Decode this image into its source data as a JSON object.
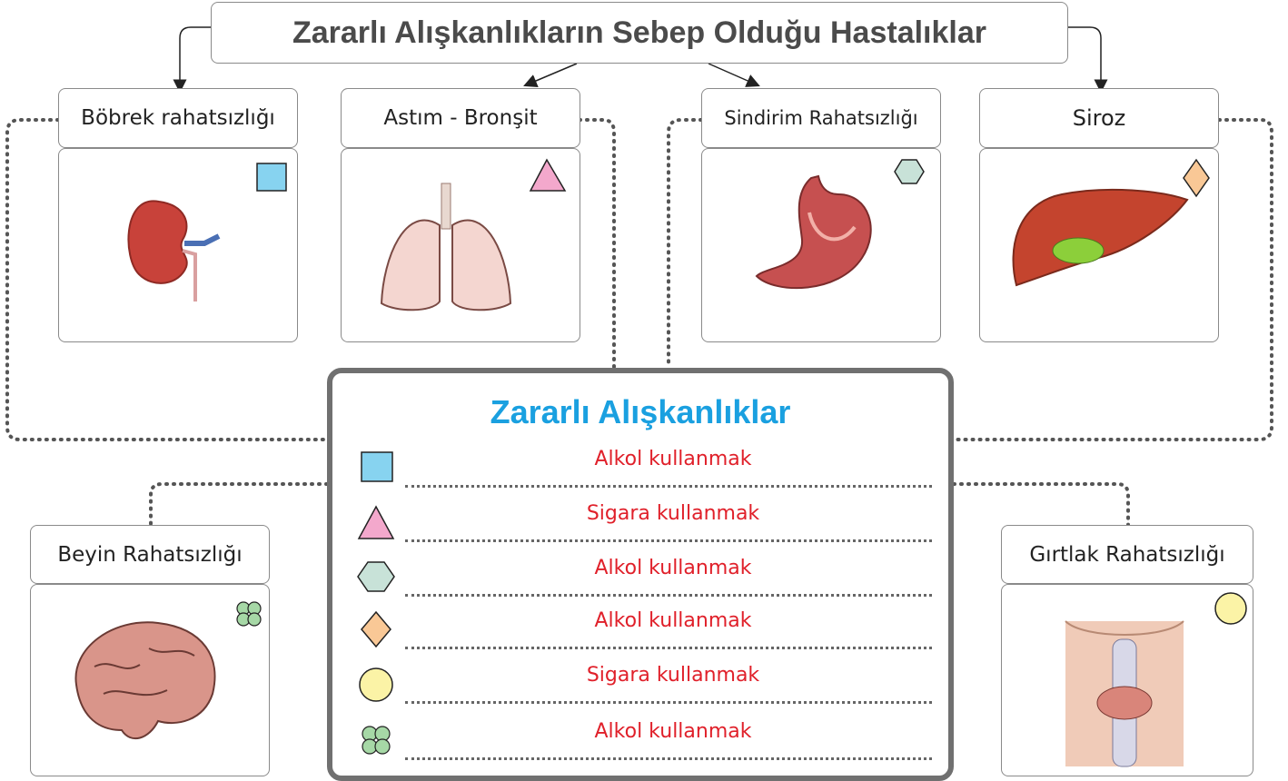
{
  "title": "Zararlı Alışkanlıkların Sebep Olduğu Hastalıklar",
  "center": {
    "heading": "Zararlı Alışkanlıklar",
    "rows": [
      {
        "symbol": "square-icon",
        "answer": "Alkol kullanmak"
      },
      {
        "symbol": "triangle-icon",
        "answer": "Sigara kullanmak"
      },
      {
        "symbol": "hexagon-icon",
        "answer": "Alkol kullanmak"
      },
      {
        "symbol": "diamond-icon",
        "answer": "Alkol kullanmak"
      },
      {
        "symbol": "circle-icon",
        "answer": "Sigara kullanmak"
      },
      {
        "symbol": "clover-icon",
        "answer": "Alkol kullanmak"
      }
    ]
  },
  "diseases": {
    "kidney": {
      "label": "Böbrek rahatsızlığı",
      "symbol": "square-icon"
    },
    "lungs": {
      "label": "Astım - Bronşit",
      "symbol": "triangle-icon"
    },
    "stomach": {
      "label": "Sindirim Rahatsızlığı",
      "symbol": "hexagon-icon"
    },
    "liver": {
      "label": "Siroz",
      "symbol": "diamond-icon"
    },
    "brain": {
      "label": "Beyin Rahatsızlığı",
      "symbol": "clover-icon"
    },
    "throat": {
      "label": "Gırtlak Rahatsızlığı",
      "symbol": "circle-icon"
    }
  },
  "colors": {
    "square": "#87d3f0",
    "triangle": "#f3a8cc",
    "hexagon": "#c8e2d8",
    "diamond": "#f9c896",
    "circle": "#fbf3a6",
    "clover": "#a6d8a6",
    "answer": "#e0202a",
    "heading": "#1aa0e0"
  }
}
